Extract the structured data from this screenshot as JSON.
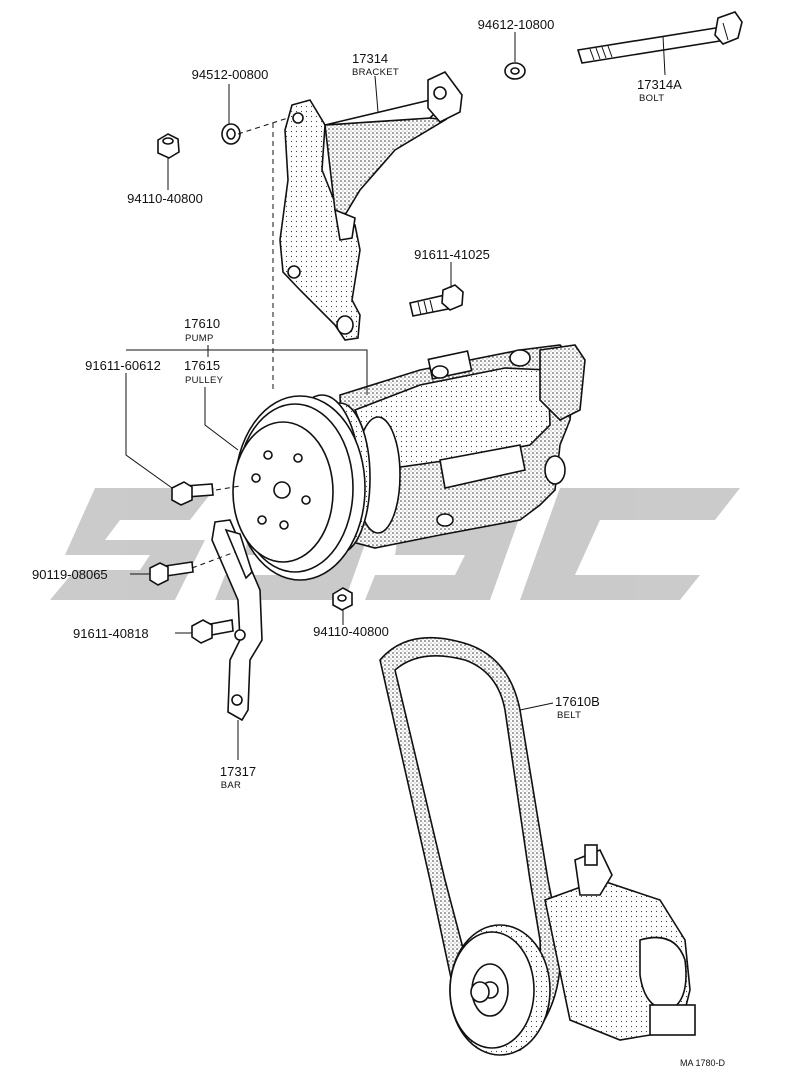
{
  "watermark": {
    "color": "#c8c8c8"
  },
  "labels": {
    "p94612": {
      "part_no": "94612-10800"
    },
    "p94512": {
      "part_no": "94512-00800"
    },
    "p17314": {
      "part_no": "17314",
      "name": "BRACKET"
    },
    "p17314A": {
      "part_no": "17314A",
      "name": "BOLT"
    },
    "p94110a": {
      "part_no": "94110-40800"
    },
    "p91611_41025": {
      "part_no": "91611-41025"
    },
    "p17610": {
      "part_no": "17610",
      "name": "PUMP"
    },
    "p17615": {
      "part_no": "17615",
      "name": "PULLEY"
    },
    "p91611_60612": {
      "part_no": "91611-60612"
    },
    "p90119": {
      "part_no": "90119-08065"
    },
    "p91611_40818": {
      "part_no": "91611-40818"
    },
    "p94110b": {
      "part_no": "94110-40800"
    },
    "p17610B": {
      "part_no": "17610B",
      "name": "BELT"
    },
    "p17317": {
      "part_no": "17317",
      "name": "BAR"
    }
  },
  "ref_code": "MA 1780-D"
}
